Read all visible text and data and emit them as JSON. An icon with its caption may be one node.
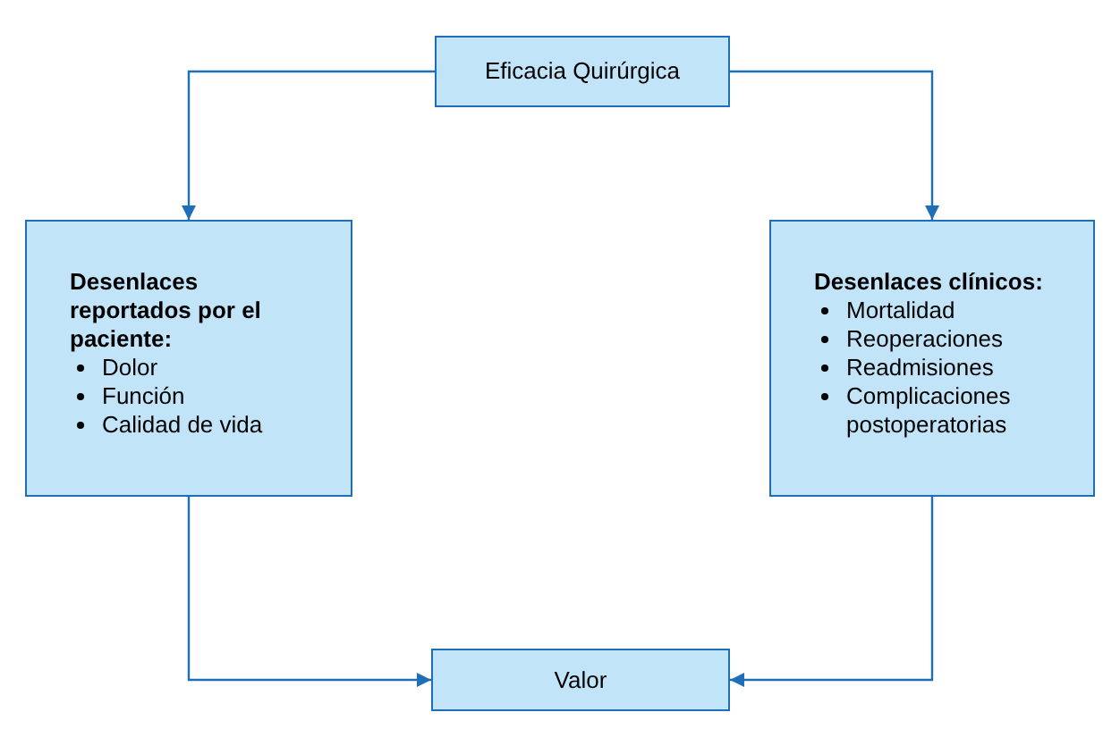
{
  "diagram": {
    "nodes": [
      {
        "text": [
          "Eficacia Quirúrgica"
        ]
      },
      {
        "text": [
          "Desenlaces reportados por el paciente:",
          "Dolor",
          "Función",
          "Calidad de vida"
        ]
      },
      {
        "text": [
          "Desenlaces clínicos:",
          "Mortalidad",
          "Reoperaciones",
          "Readmisiones",
          "Complicaciones postoperatorias"
        ]
      },
      {
        "text": [
          "Valor"
        ]
      }
    ],
    "edges": [
      {
        "from": 0,
        "to": 1,
        "arrow": "to"
      },
      {
        "from": 0,
        "to": 2,
        "arrow": "to"
      },
      {
        "from": 1,
        "to": 3,
        "arrow": "to"
      },
      {
        "from": 2,
        "to": 3,
        "arrow": "to"
      }
    ]
  }
}
